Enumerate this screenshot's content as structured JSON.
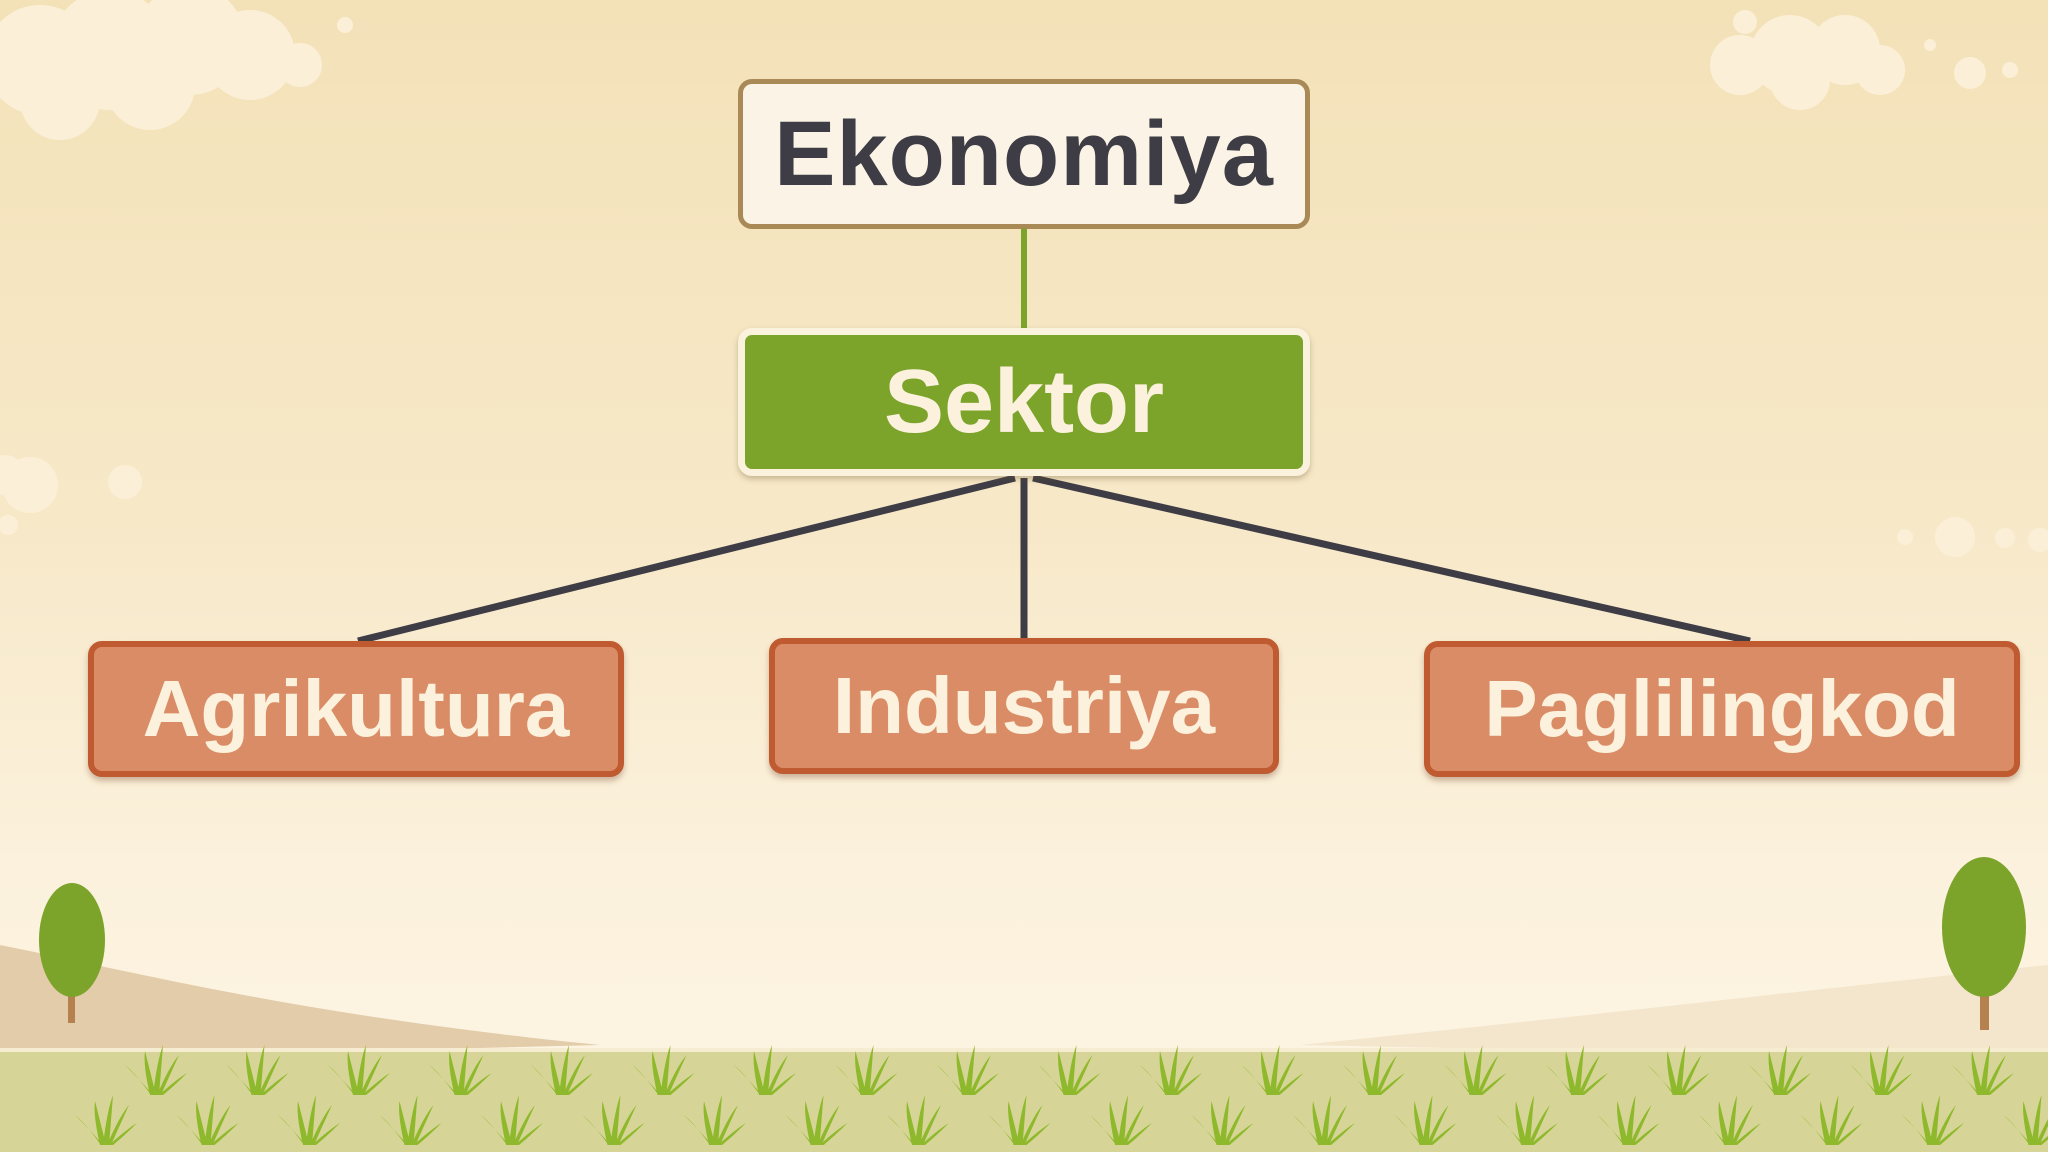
{
  "diagram": {
    "type": "tree",
    "root": {
      "label": "Ekonomiya"
    },
    "level1": {
      "label": "Sektor"
    },
    "children": [
      {
        "label": "Agrikultura"
      },
      {
        "label": "Industriya"
      },
      {
        "label": "Paglilingkod"
      }
    ]
  },
  "colors": {
    "sky": "#f3e2b8",
    "root_fill": "#fbf4e6",
    "root_border": "#a98a56",
    "root_text": "#3e3c45",
    "sector_fill": "#7ca32a",
    "sector_text": "#fbf1dc",
    "leaf_fill": "#da8c66",
    "leaf_border": "#bf5a31",
    "leaf_text": "#fbf1dc",
    "connector_green": "#7ca32a",
    "connector_dark": "#3e3c45",
    "tree": "#7ca32a",
    "trunk": "#b5814f",
    "grass_strip": "#d6d597",
    "grass_blade": "#8fb92c"
  },
  "decorations": [
    "cloud",
    "tree",
    "grass-tuft"
  ]
}
